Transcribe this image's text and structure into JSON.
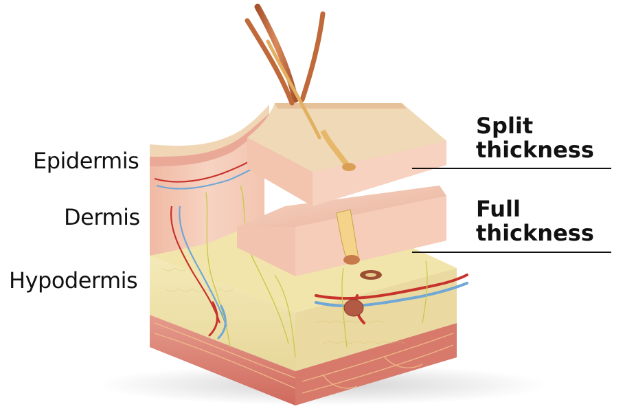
{
  "labels": {
    "epidermis": "Epidermis",
    "dermis": "Dermis",
    "hypodermis": "Hypodermis"
  },
  "grafts": {
    "split": {
      "line1": "Split",
      "line2": "thickness"
    },
    "full": {
      "line1": "Full",
      "line2": "thickness"
    }
  },
  "colors": {
    "epidermis": "#f2c9b4",
    "dermis": "#f3c2ad",
    "hypodermis": "#efe2a3",
    "muscle": "#d9766a",
    "hair": "#c46a3c",
    "artery": "#c7322c",
    "vein": "#6fa7d6",
    "nerve": "#c9c94a"
  },
  "icons": [
    "skin-block",
    "hair-strand",
    "blood-vessel",
    "nerve-fiber"
  ]
}
